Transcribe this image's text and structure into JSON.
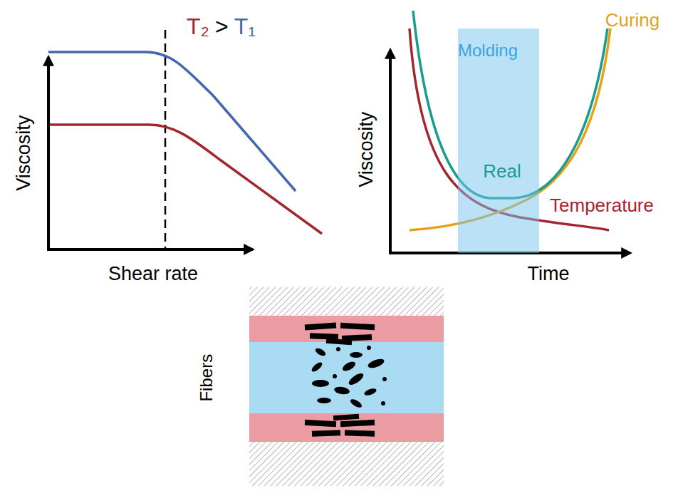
{
  "diagram": {
    "nodes": [
      {
        "text": [
          "Molding"
        ]
      },
      {
        "text": [
          "Fibers"
        ]
      }
    ],
    "labels": [
      "T₂",
      ">",
      "T₁",
      "Viscosity",
      "Shear rate",
      "Viscosity",
      "Time",
      "Curing",
      "Real",
      "Temperature"
    ]
  }
}
